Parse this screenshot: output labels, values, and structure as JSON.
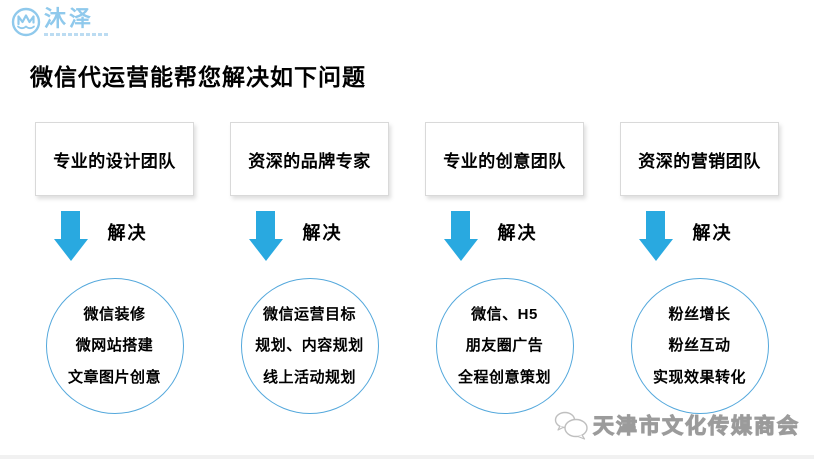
{
  "colors": {
    "accent_blue": "#29a9e0",
    "circle_border": "#54a8dc",
    "logo_blue": "#8fc9ec",
    "watermark_gray": "#9b9b9b"
  },
  "logo": {
    "name": "沐泽"
  },
  "title": "微信代运营能帮您解决如下问题",
  "columns": [
    {
      "box": "专业的设计团队",
      "arrow_label": "解决",
      "circle_lines": [
        "微信装修",
        "微网站搭建",
        "文章图片创意"
      ]
    },
    {
      "box": "资深的品牌专家",
      "arrow_label": "解决",
      "circle_lines": [
        "微信运营目标",
        "规划、内容规划",
        "线上活动规划"
      ]
    },
    {
      "box": "专业的创意团队",
      "arrow_label": "解决",
      "circle_lines": [
        "微信、H5",
        "朋友圈广告",
        "全程创意策划"
      ]
    },
    {
      "box": "资深的营销团队",
      "arrow_label": "解决",
      "circle_lines": [
        "粉丝增长",
        "粉丝互动",
        "实现效果转化"
      ]
    }
  ],
  "footer": {
    "organization": "天津市文化传媒商会"
  }
}
